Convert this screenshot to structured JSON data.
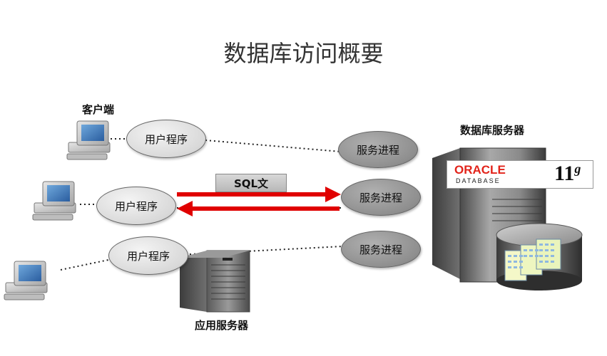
{
  "title": "数据库访问概要",
  "labels": {
    "client": "客户端",
    "db_server": "数据库服务器",
    "app_server": "应用服务器",
    "sql": "SQL文"
  },
  "user_programs": [
    "用户程序",
    "用户程序",
    "用户程序"
  ],
  "server_processes": [
    "服务进程",
    "服务进程",
    "服务进程"
  ],
  "logo": {
    "word": "ORACLE",
    "sub": "DATABASE",
    "version": "11",
    "suffix": "g"
  },
  "colors": {
    "arrow": "#e00000",
    "dotted_line": "#222222",
    "logo_red": "#e2231a"
  }
}
